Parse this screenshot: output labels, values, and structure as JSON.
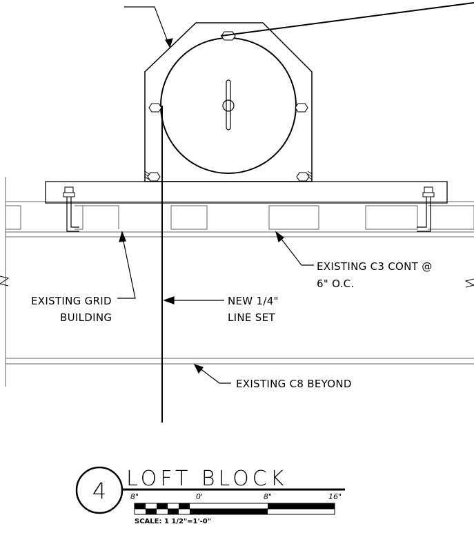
{
  "callouts": {
    "grid_line1": "EXISTING GRID",
    "grid_line2": "BUILDING",
    "line_set_line1": "NEW 1/4\"",
    "line_set_line2": "LINE SET",
    "c3_line1": "EXISTING C3 CONT @",
    "c3_line2": "6\" O.C.",
    "c8": "EXISTING C8 BEYOND"
  },
  "title_block": {
    "detail_number": "4",
    "title": "LOFT BLOCK",
    "scale_ticks": [
      "8\"",
      "0'",
      "8\"",
      "16\""
    ],
    "scale_text": "SCALE: 1 1/2\"=1'-0\""
  }
}
